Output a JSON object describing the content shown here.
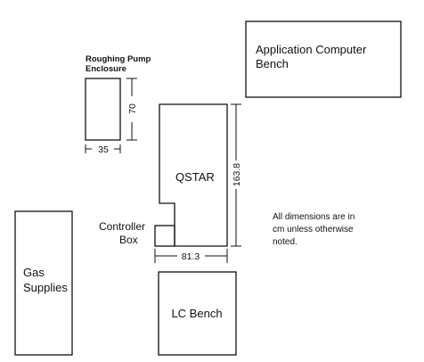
{
  "labels": {
    "roughing_pump": [
      "Roughing Pump",
      "Enclosure"
    ],
    "application_bench": [
      "Application Computer",
      "Bench"
    ],
    "qstar": "QSTAR",
    "controller_box": [
      "Controller",
      "Box"
    ],
    "gas_supplies": [
      "Gas",
      "Supplies"
    ],
    "lc_bench": "LC Bench"
  },
  "dimensions": {
    "pump_height": "70",
    "pump_width": "35",
    "qstar_height": "163.8",
    "qstar_width": "81.3"
  },
  "note": [
    "All dimensions are in",
    "cm unless otherwise",
    "noted."
  ]
}
